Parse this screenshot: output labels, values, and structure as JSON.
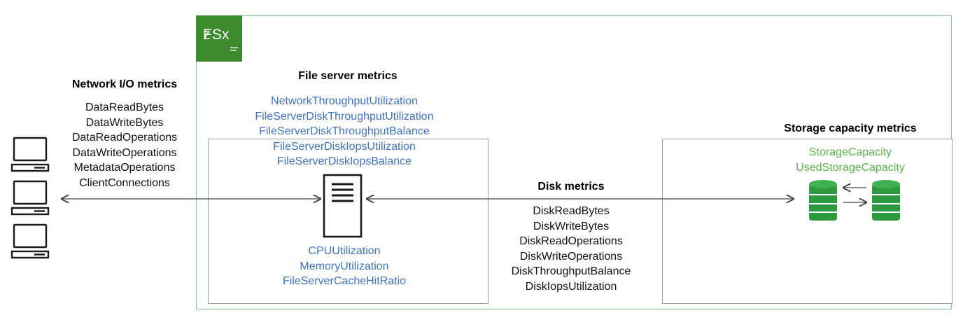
{
  "logo": {
    "text": "FSx",
    "sub": "z"
  },
  "network": {
    "heading": "Network I/O metrics",
    "items": [
      "DataReadBytes",
      "DataWriteBytes",
      "DataReadOperations",
      "DataWriteOperations",
      "MetadataOperations",
      "ClientConnections"
    ]
  },
  "file_server": {
    "heading": "File server metrics",
    "top_items": [
      "NetworkThroughputUtilization",
      "FileServerDiskThroughputUtilization",
      "FileServerDiskThroughputBalance",
      "FileServerDiskIopsUtilization",
      "FileServerDiskIopsBalance"
    ],
    "bottom_items": [
      "CPUUtilization",
      "MemoryUtilization",
      "FileServerCacheHitRatio"
    ]
  },
  "disk": {
    "heading": "Disk metrics",
    "items": [
      "DiskReadBytes",
      "DiskWriteBytes",
      "DiskReadOperations",
      "DiskWriteOperations",
      "DiskThroughputBalance",
      "DiskIopsUtilization"
    ]
  },
  "storage": {
    "heading": "Storage capacity metrics",
    "items": [
      "StorageCapacity",
      "UsedStorageCapacity"
    ]
  },
  "colors": {
    "frame": "#7ac99a",
    "logo_bg": "#3c8b2e",
    "metric_blue": "#3f73c0",
    "metric_green": "#5ab549",
    "db_green": "#2e9a3e"
  }
}
